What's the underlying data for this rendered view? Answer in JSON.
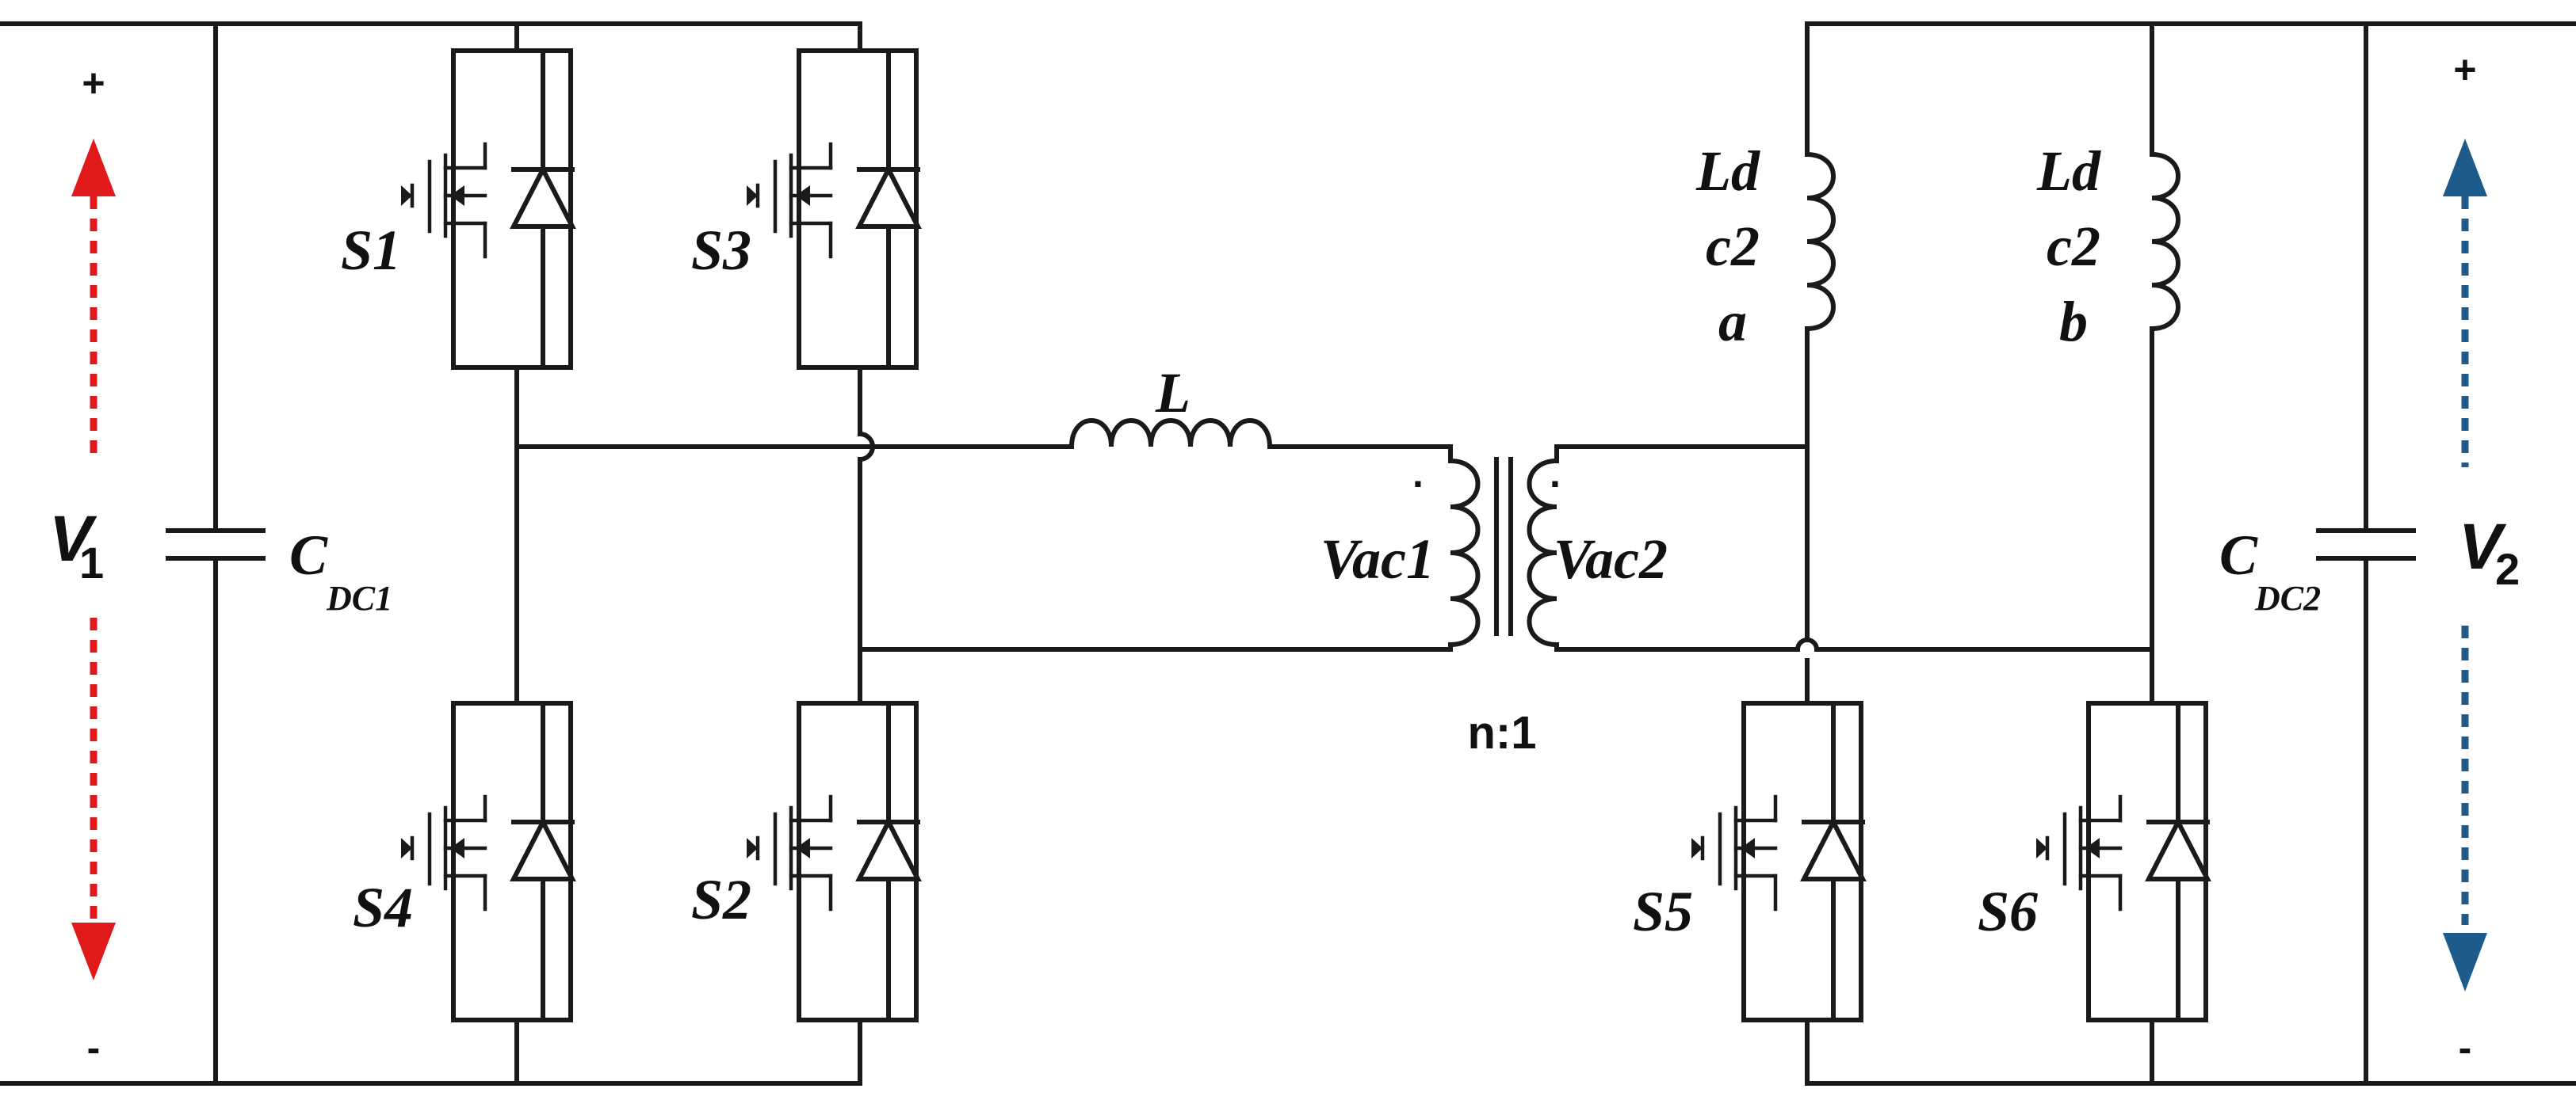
{
  "sides": {
    "left": {
      "voltage": "V",
      "voltage_sub": "1",
      "plus": "+",
      "minus": "-",
      "arrow_color": "#e0191b",
      "capacitor": "C",
      "capacitor_sub": "DC1"
    },
    "right": {
      "voltage": "V",
      "voltage_sub": "2",
      "plus": "+",
      "minus": "-",
      "arrow_color": "#1f5b8a",
      "capacitor": "C",
      "capacitor_sub": "DC2"
    }
  },
  "switches": [
    "S1",
    "S3",
    "S4",
    "S2",
    "S5",
    "S6"
  ],
  "inductor": "L",
  "transformer": {
    "primary": "Vac1",
    "secondary": "Vac2",
    "ratio": "n:1",
    "dot": "."
  },
  "dc_inductors": {
    "a": [
      "Ld",
      "c2",
      "a"
    ],
    "b": [
      "Ld",
      "c2",
      "b"
    ]
  }
}
